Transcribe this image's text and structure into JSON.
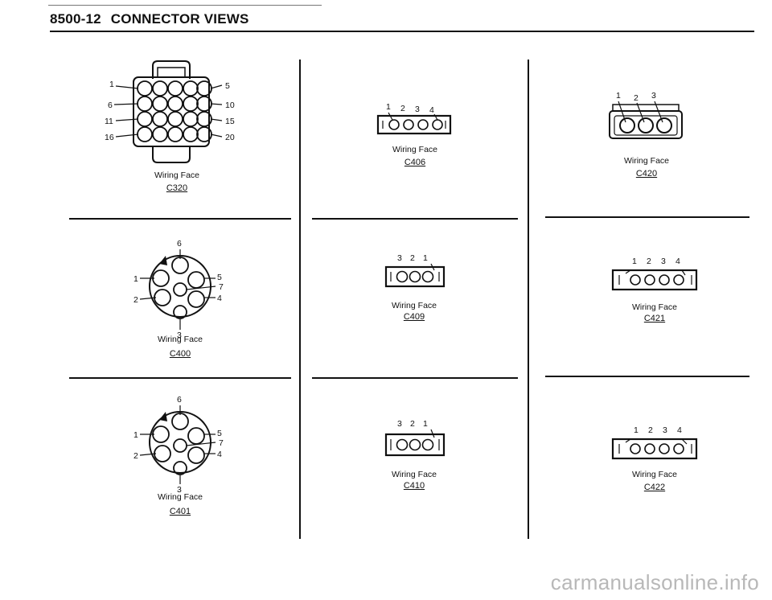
{
  "header": {
    "page": "8500-12",
    "title": "CONNECTOR VIEWS"
  },
  "wiring_face": "Wiring Face",
  "connectors": {
    "c320": {
      "code": "C320",
      "pins": [
        "1",
        "5",
        "6",
        "10",
        "11",
        "15",
        "16",
        "20"
      ]
    },
    "c406": {
      "code": "C406",
      "pins": [
        "1",
        "2",
        "3",
        "4"
      ]
    },
    "c420": {
      "code": "C420",
      "pins": [
        "1",
        "2",
        "3"
      ]
    },
    "c400": {
      "code": "C400",
      "pins": [
        "6",
        "1",
        "5",
        "7",
        "2",
        "4",
        "3"
      ]
    },
    "c409": {
      "code": "C409",
      "pins": [
        "3",
        "2",
        "1"
      ]
    },
    "c421": {
      "code": "C421",
      "pins": [
        "1",
        "2",
        "3",
        "4"
      ]
    },
    "c401": {
      "code": "C401",
      "pins": [
        "6",
        "1",
        "5",
        "7",
        "2",
        "4",
        "3"
      ]
    },
    "c410": {
      "code": "C410",
      "pins": [
        "3",
        "2",
        "1"
      ]
    },
    "c422": {
      "code": "C422",
      "pins": [
        "1",
        "2",
        "3",
        "4"
      ]
    }
  },
  "watermark": "carmanualsonline.info"
}
